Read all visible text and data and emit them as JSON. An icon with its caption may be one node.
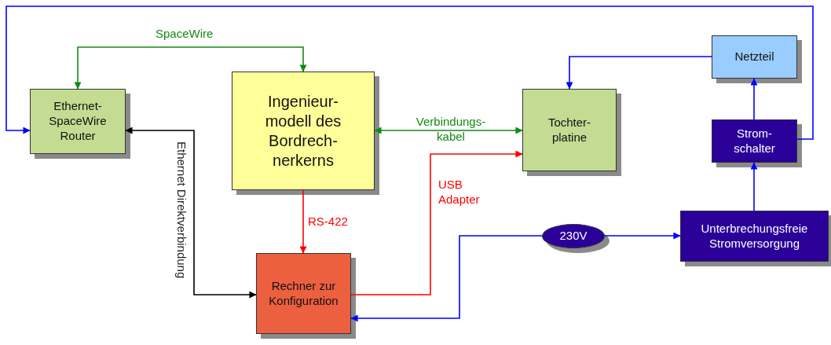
{
  "diagram": {
    "nodes": [
      {
        "text": [
          "Ethernet- SpaceWire Router"
        ]
      },
      {
        "text": [
          "Ingenieur- modell des Bordrech- nerkerns"
        ]
      },
      {
        "text": [
          "Tochter- platine"
        ]
      },
      {
        "text": [
          "Netzteil"
        ]
      },
      {
        "text": [
          "Strom- schalter"
        ]
      },
      {
        "text": [
          "Unterbrechungsfreie Stromversorgung"
        ]
      },
      {
        "text": [
          "230V"
        ]
      },
      {
        "text": [
          "Rechner zur Konfiguration"
        ]
      }
    ],
    "edges": [
      {
        "from": 0,
        "to": 1,
        "arrow": "both",
        "label": "SpaceWire",
        "color": "#138a13"
      },
      {
        "from": 1,
        "to": 2,
        "arrow": "both",
        "label": "Verbindungs- kabel",
        "color": "#138a13"
      },
      {
        "from": 0,
        "to": 7,
        "arrow": "both",
        "label": "Ethernet Direktverbindung",
        "color": "#000000"
      },
      {
        "from": 1,
        "to": 7,
        "arrow": "to",
        "label": "RS-422",
        "color": "#ff0000"
      },
      {
        "from": 7,
        "to": 2,
        "arrow": "to",
        "label": "USB Adapter",
        "color": "#ff0000"
      },
      {
        "from": 6,
        "to": 7,
        "arrow": "to"
      },
      {
        "from": 6,
        "to": 5,
        "arrow": "to"
      },
      {
        "from": 5,
        "to": 4,
        "arrow": "to"
      },
      {
        "from": 4,
        "to": 3,
        "arrow": "to"
      },
      {
        "from": 3,
        "to": 2,
        "arrow": "to"
      },
      {
        "from": 4,
        "to": 0,
        "arrow": "to"
      }
    ]
  }
}
